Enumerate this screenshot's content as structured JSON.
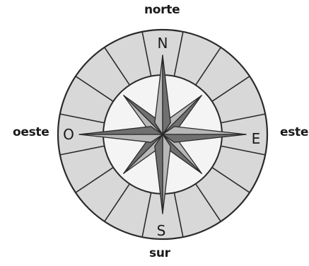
{
  "directions": {
    "north": "norte",
    "south": "sur",
    "east": "este",
    "west": "oeste"
  },
  "cardinal_letters": {
    "north": "N",
    "south": "S",
    "east": "E",
    "west": "O"
  },
  "colors": {
    "outline": "#2a2a2a",
    "ring_fill": "#d8d8d8",
    "inner_fill": "#f4f4f4",
    "point_dark": "#707070",
    "point_light": "#b8b8b8"
  }
}
